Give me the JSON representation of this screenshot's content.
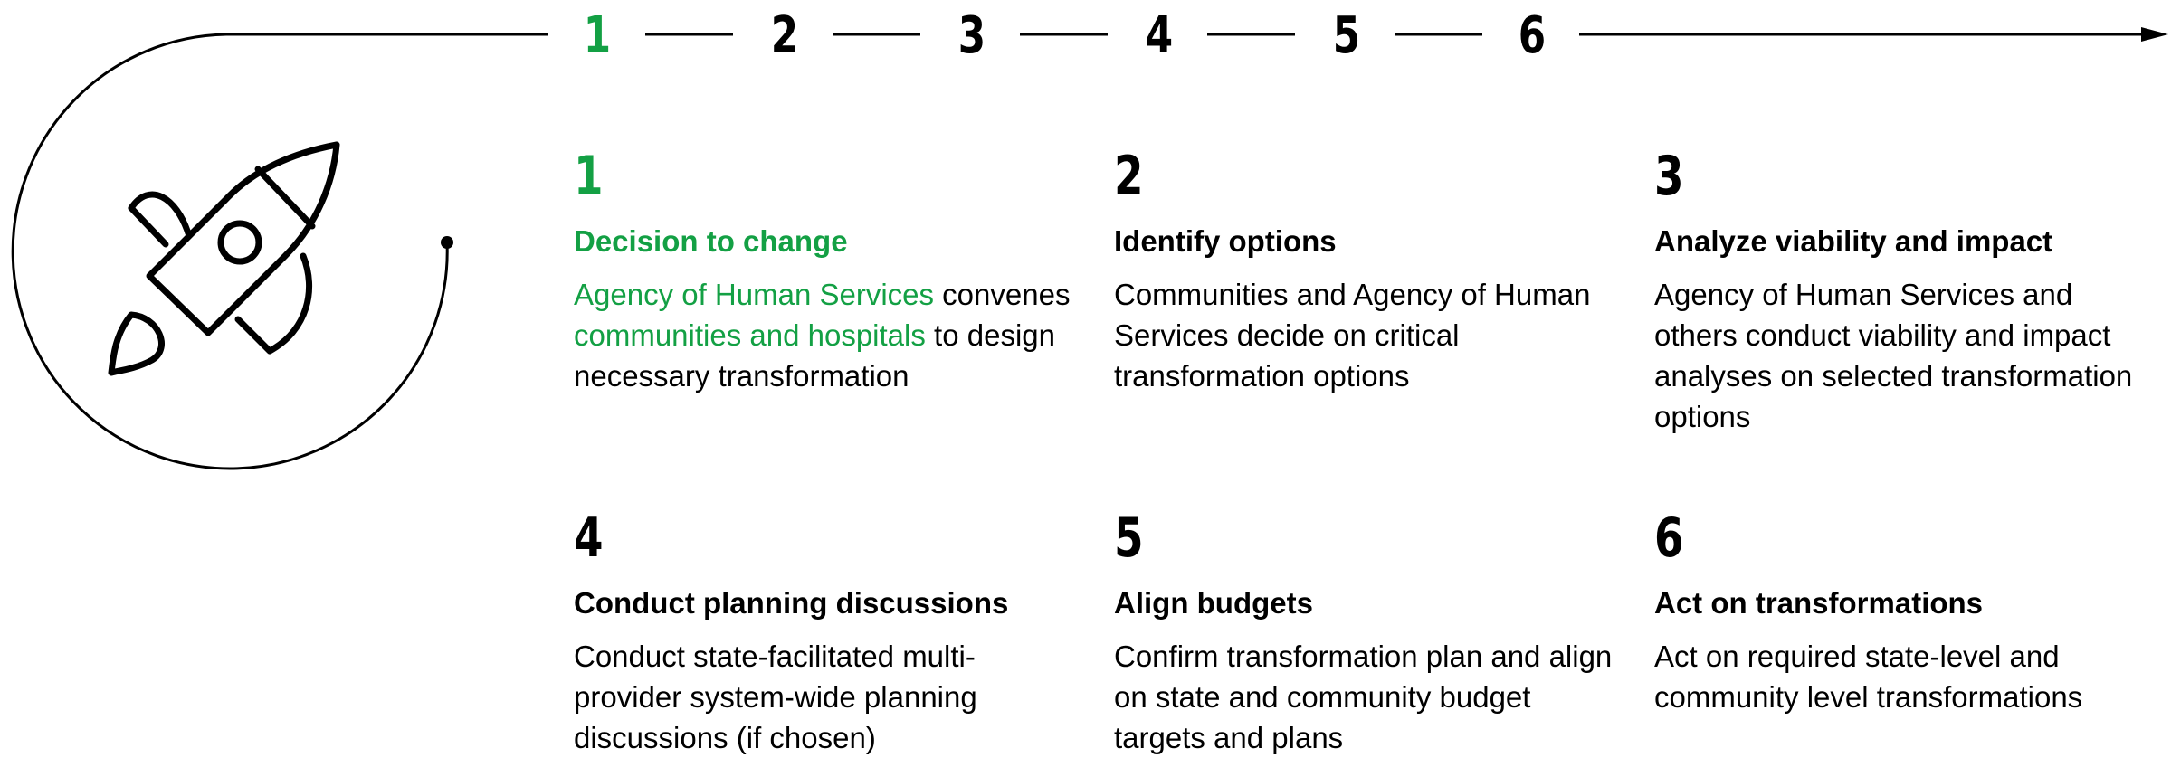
{
  "colors": {
    "accent": "#13a044",
    "ink": "#000000"
  },
  "icons": {
    "rocket": "rocket-icon",
    "arrow": "arrow-head-icon"
  },
  "timeline": {
    "numbers": [
      "1",
      "2",
      "3",
      "4",
      "5",
      "6"
    ],
    "active": "1"
  },
  "steps": [
    {
      "number": "1",
      "title": "Decision to change",
      "body": [
        {
          "text": "Agency of Human Services",
          "highlight": true
        },
        {
          "text": " convenes ",
          "highlight": false
        },
        {
          "text": "communities and hospitals",
          "highlight": true
        },
        {
          "text": " to design necessary transformation",
          "highlight": false
        }
      ],
      "active": true
    },
    {
      "number": "2",
      "title": "Identify options",
      "body": [
        {
          "text": "Communities and Agency of Human Services decide on critical transformation options",
          "highlight": false
        }
      ],
      "active": false
    },
    {
      "number": "3",
      "title": "Analyze viability and impact",
      "body": [
        {
          "text": "Agency of Human Services and others conduct viability and impact analyses on selected transformation options",
          "highlight": false
        }
      ],
      "active": false
    },
    {
      "number": "4",
      "title": "Conduct planning discussions",
      "body": [
        {
          "text": "Conduct state-facilitated multi-provider system-wide planning discussions (if chosen)",
          "highlight": false
        }
      ],
      "active": false
    },
    {
      "number": "5",
      "title": "Align budgets",
      "body": [
        {
          "text": "Confirm transformation plan and align on state and community budget targets and plans",
          "highlight": false
        }
      ],
      "active": false
    },
    {
      "number": "6",
      "title": "Act on transformations",
      "body": [
        {
          "text": "Act on required state-level and community level transformations",
          "highlight": false
        }
      ],
      "active": false
    }
  ]
}
